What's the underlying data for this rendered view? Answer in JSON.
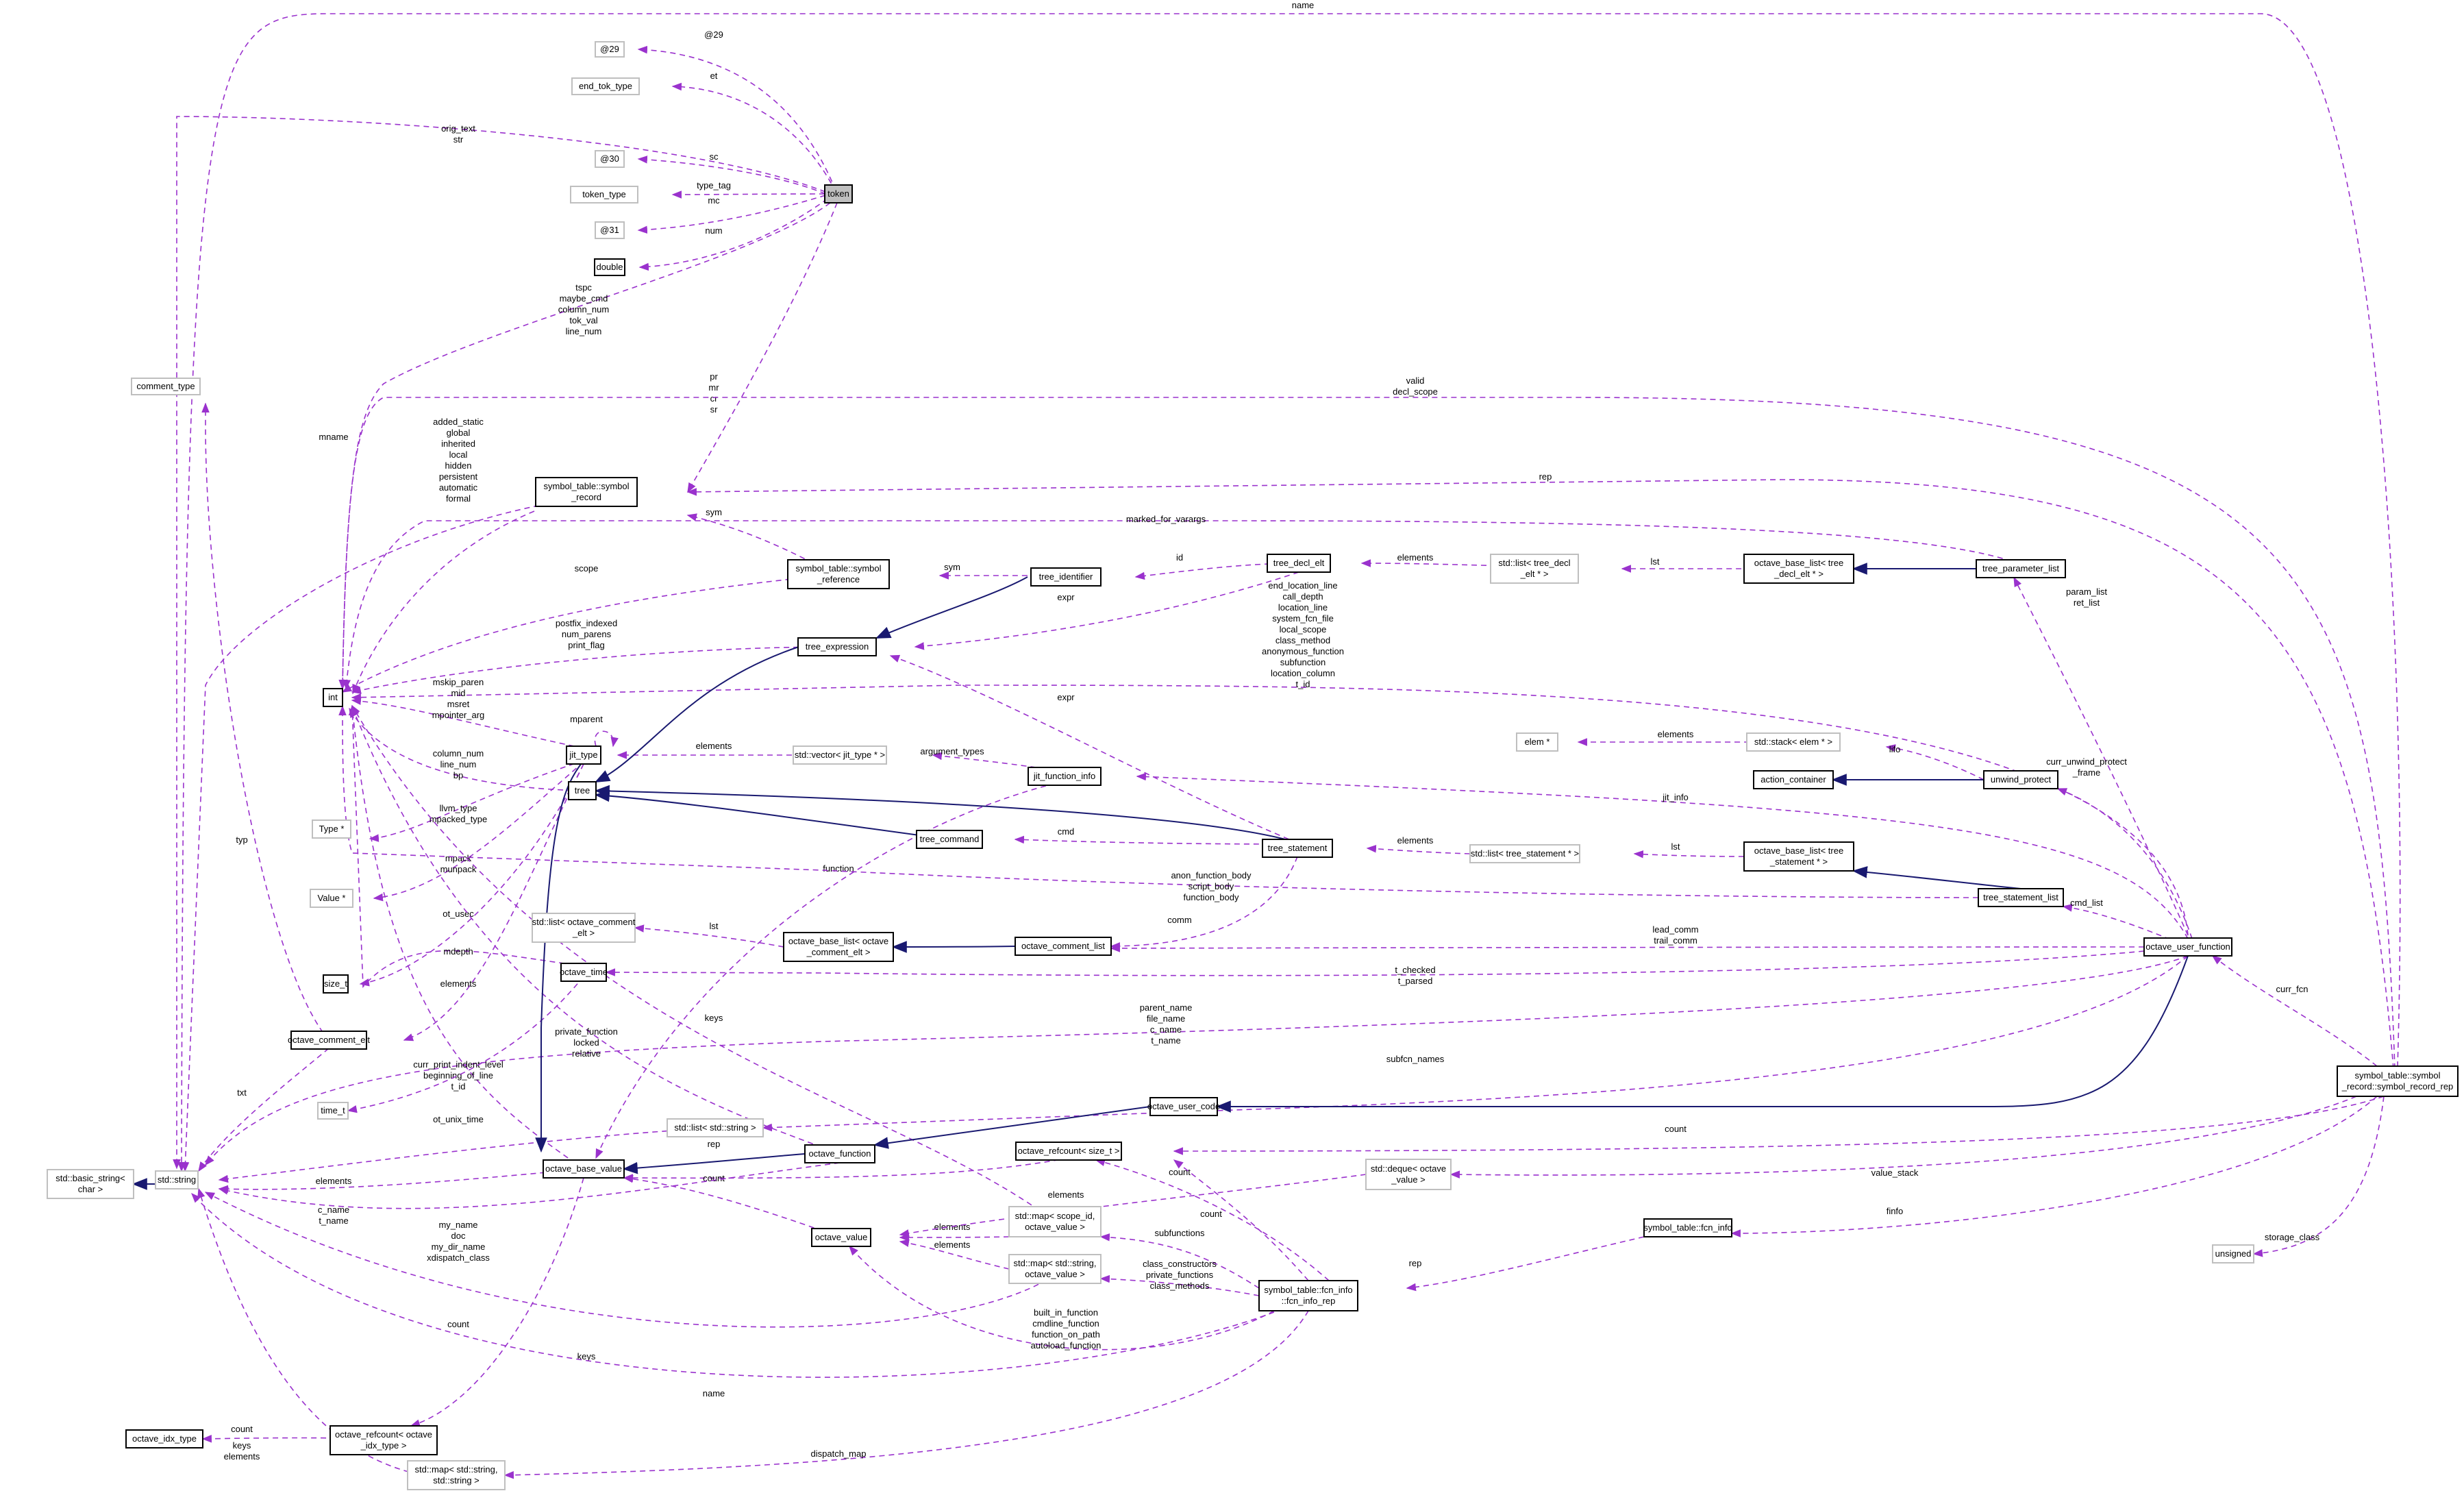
{
  "colors": {
    "usage_edge": "#9a32cd",
    "inherit_edge": "#191970",
    "focus_fill": "#bfbfbf",
    "grey_border": "#bfbfbf"
  },
  "nodes": [
    {
      "id": "at29",
      "label": [
        "@29"
      ],
      "style": "grey"
    },
    {
      "id": "end_tok_type",
      "label": [
        "end_tok_type"
      ],
      "style": "grey"
    },
    {
      "id": "at30",
      "label": [
        "@30"
      ],
      "style": "grey"
    },
    {
      "id": "token_type",
      "label": [
        "token_type"
      ],
      "style": "grey"
    },
    {
      "id": "at31",
      "label": [
        "@31"
      ],
      "style": "grey"
    },
    {
      "id": "double",
      "label": [
        "double"
      ],
      "style": "solid"
    },
    {
      "id": "token",
      "label": [
        "token"
      ],
      "style": "focus"
    },
    {
      "id": "comment_type",
      "label": [
        "comment_type"
      ],
      "style": "grey"
    },
    {
      "id": "sym_record",
      "label": [
        "symbol_table::symbol",
        "_record"
      ],
      "style": "solid"
    },
    {
      "id": "sym_reference",
      "label": [
        "symbol_table::symbol",
        "_reference"
      ],
      "style": "solid"
    },
    {
      "id": "tree_identifier",
      "label": [
        "tree_identifier"
      ],
      "style": "solid"
    },
    {
      "id": "tree_decl_elt",
      "label": [
        "tree_decl_elt"
      ],
      "style": "solid"
    },
    {
      "id": "list_decl",
      "label": [
        "std::list< tree_decl",
        "_elt * >"
      ],
      "style": "grey"
    },
    {
      "id": "obl_decl",
      "label": [
        "octave_base_list< tree",
        "_decl_elt * >"
      ],
      "style": "solid"
    },
    {
      "id": "tree_parameter_list",
      "label": [
        "tree_parameter_list"
      ],
      "style": "solid"
    },
    {
      "id": "tree_expression",
      "label": [
        "tree_expression"
      ],
      "style": "solid"
    },
    {
      "id": "int",
      "label": [
        "int"
      ],
      "style": "solid"
    },
    {
      "id": "jit_type",
      "label": [
        "jit_type"
      ],
      "style": "solid"
    },
    {
      "id": "vec_jit",
      "label": [
        "std::vector< jit_type * >"
      ],
      "style": "grey"
    },
    {
      "id": "jit_function_info",
      "label": [
        "jit_function_info"
      ],
      "style": "solid"
    },
    {
      "id": "tree",
      "label": [
        "tree"
      ],
      "style": "solid"
    },
    {
      "id": "type_ptr",
      "label": [
        "Type *"
      ],
      "style": "grey"
    },
    {
      "id": "value_ptr",
      "label": [
        "Value *"
      ],
      "style": "grey"
    },
    {
      "id": "elem_ptr",
      "label": [
        "elem *"
      ],
      "style": "grey"
    },
    {
      "id": "stack_elem",
      "label": [
        "std::stack< elem * >"
      ],
      "style": "grey"
    },
    {
      "id": "action_container",
      "label": [
        "action_container"
      ],
      "style": "solid"
    },
    {
      "id": "unwind_protect",
      "label": [
        "unwind_protect"
      ],
      "style": "solid"
    },
    {
      "id": "tree_command",
      "label": [
        "tree_command"
      ],
      "style": "solid"
    },
    {
      "id": "tree_statement",
      "label": [
        "tree_statement"
      ],
      "style": "solid"
    },
    {
      "id": "list_stmt",
      "label": [
        "std::list< tree_statement * >"
      ],
      "style": "grey"
    },
    {
      "id": "obl_stmt",
      "label": [
        "octave_base_list< tree",
        "_statement * >"
      ],
      "style": "solid"
    },
    {
      "id": "tree_statement_list",
      "label": [
        "tree_statement_list"
      ],
      "style": "solid"
    },
    {
      "id": "list_comment",
      "label": [
        "std::list< octave_comment",
        "_elt >"
      ],
      "style": "grey"
    },
    {
      "id": "obl_comment",
      "label": [
        "octave_base_list< octave",
        "_comment_elt >"
      ],
      "style": "solid"
    },
    {
      "id": "octave_comment_list",
      "label": [
        "octave_comment_list"
      ],
      "style": "solid"
    },
    {
      "id": "octave_user_function",
      "label": [
        "octave_user_function"
      ],
      "style": "solid"
    },
    {
      "id": "size_t",
      "label": [
        "size_t"
      ],
      "style": "solid"
    },
    {
      "id": "octave_time",
      "label": [
        "octave_time"
      ],
      "style": "solid"
    },
    {
      "id": "octave_comment_elt",
      "label": [
        "octave_comment_elt"
      ],
      "style": "solid"
    },
    {
      "id": "time_t",
      "label": [
        "time_t"
      ],
      "style": "grey"
    },
    {
      "id": "list_string",
      "label": [
        "std::list< std::string >"
      ],
      "style": "grey"
    },
    {
      "id": "octave_user_code",
      "label": [
        "octave_user_code"
      ],
      "style": "solid"
    },
    {
      "id": "basic_string",
      "label": [
        "std::basic_string<",
        "char >"
      ],
      "style": "grey"
    },
    {
      "id": "std_string",
      "label": [
        "std::string"
      ],
      "style": "grey"
    },
    {
      "id": "octave_base_value",
      "label": [
        "octave_base_value"
      ],
      "style": "solid"
    },
    {
      "id": "octave_function",
      "label": [
        "octave_function"
      ],
      "style": "solid"
    },
    {
      "id": "refcount_size",
      "label": [
        "octave_refcount< size_t >"
      ],
      "style": "solid"
    },
    {
      "id": "octave_value",
      "label": [
        "octave_value"
      ],
      "style": "solid"
    },
    {
      "id": "map_scope",
      "label": [
        "std::map< scope_id,",
        "octave_value >"
      ],
      "style": "grey"
    },
    {
      "id": "map_string",
      "label": [
        "std::map< std::string,",
        "octave_value >"
      ],
      "style": "grey"
    },
    {
      "id": "deque",
      "label": [
        "std::deque< octave",
        "_value >"
      ],
      "style": "grey"
    },
    {
      "id": "fcn_info",
      "label": [
        "symbol_table::fcn_info"
      ],
      "style": "solid"
    },
    {
      "id": "fcn_info_rep",
      "label": [
        "symbol_table::fcn_info",
        "::fcn_info_rep"
      ],
      "style": "solid"
    },
    {
      "id": "record_rep",
      "label": [
        "symbol_table::symbol",
        "_record::symbol_record_rep"
      ],
      "style": "solid"
    },
    {
      "id": "unsigned",
      "label": [
        "unsigned"
      ],
      "style": "grey"
    },
    {
      "id": "idx_type",
      "label": [
        "octave_idx_type"
      ],
      "style": "solid"
    },
    {
      "id": "refcount_idx",
      "label": [
        "octave_refcount< octave",
        "_idx_type >"
      ],
      "style": "solid"
    },
    {
      "id": "map_str_str",
      "label": [
        "std::map< std::string,",
        "std::string >"
      ],
      "style": "grey"
    }
  ],
  "edges": [
    {
      "id": "e_at29",
      "kind": "use",
      "label": [
        "@29"
      ]
    },
    {
      "id": "e_et",
      "kind": "use",
      "label": [
        "et"
      ]
    },
    {
      "id": "e_sc",
      "kind": "use",
      "label": [
        "sc"
      ]
    },
    {
      "id": "e_typetag",
      "kind": "use",
      "label": [
        "type_tag"
      ]
    },
    {
      "id": "e_mc",
      "kind": "use",
      "label": [
        "mc"
      ]
    },
    {
      "id": "e_num",
      "kind": "use",
      "label": [
        "num"
      ]
    },
    {
      "id": "e_origtext",
      "kind": "use",
      "label": [
        "orig_text",
        "str"
      ]
    },
    {
      "id": "e_tspc",
      "kind": "use",
      "label": [
        "tspc",
        "maybe_cmd",
        "column_num",
        "tok_val",
        "line_num"
      ]
    },
    {
      "id": "e_pr",
      "kind": "use",
      "label": [
        "pr",
        "mr",
        "cr",
        "sr"
      ]
    },
    {
      "id": "e_name",
      "kind": "use",
      "label": [
        "name"
      ]
    },
    {
      "id": "e_valid",
      "kind": "use",
      "label": [
        "valid",
        "decl_scope"
      ]
    },
    {
      "id": "e_rep",
      "kind": "use",
      "label": [
        "rep"
      ]
    },
    {
      "id": "e_mname",
      "kind": "use",
      "label": [
        "mname"
      ]
    },
    {
      "id": "e_typ",
      "kind": "use",
      "label": [
        "typ"
      ]
    },
    {
      "id": "e_added",
      "kind": "use",
      "label": [
        "added_static",
        "global",
        "inherited",
        "local",
        "hidden",
        "persistent",
        "automatic",
        "formal"
      ]
    },
    {
      "id": "e_sym",
      "kind": "use",
      "label": [
        "sym"
      ]
    },
    {
      "id": "e_sym2",
      "kind": "use",
      "label": [
        "sym"
      ]
    },
    {
      "id": "e_scope",
      "kind": "use",
      "label": [
        "scope"
      ]
    },
    {
      "id": "e_marked",
      "kind": "use",
      "label": [
        "marked_for_varargs"
      ]
    },
    {
      "id": "e_id",
      "kind": "use",
      "label": [
        "id"
      ]
    },
    {
      "id": "e_elements_decl",
      "kind": "use",
      "label": [
        "elements"
      ]
    },
    {
      "id": "e_lst_decl",
      "kind": "use",
      "label": [
        "lst"
      ]
    },
    {
      "id": "e_paramlist",
      "kind": "use",
      "label": [
        "param_list",
        "ret_list"
      ]
    },
    {
      "id": "e_expr_decl",
      "kind": "use",
      "label": [
        "expr"
      ]
    },
    {
      "id": "e_postfix",
      "kind": "use",
      "label": [
        "postfix_indexed",
        "num_parens",
        "print_flag"
      ]
    },
    {
      "id": "e_endloc",
      "kind": "use",
      "label": [
        "end_location_line",
        "call_depth",
        "location_line",
        "system_fcn_file",
        "local_scope",
        "class_method",
        "anonymous_function",
        "subfunction",
        "location_column",
        "t_id"
      ]
    },
    {
      "id": "e_expr_stmt",
      "kind": "use",
      "label": [
        "expr"
      ]
    },
    {
      "id": "e_mskip",
      "kind": "use",
      "label": [
        "mskip_paren",
        "mid",
        "msret",
        "mpointer_arg"
      ]
    },
    {
      "id": "e_mparent",
      "kind": "use",
      "label": [
        "mparent"
      ]
    },
    {
      "id": "e_elements_jit",
      "kind": "use",
      "label": [
        "elements"
      ]
    },
    {
      "id": "e_argtypes",
      "kind": "use",
      "label": [
        "argument_types"
      ]
    },
    {
      "id": "e_jitinfo",
      "kind": "use",
      "label": [
        "jit_info"
      ]
    },
    {
      "id": "e_colnum",
      "kind": "use",
      "label": [
        "column_num",
        "line_num",
        "bp"
      ]
    },
    {
      "id": "e_llvm",
      "kind": "use",
      "label": [
        "llvm_type",
        "mpacked_type"
      ]
    },
    {
      "id": "e_mpack",
      "kind": "use",
      "label": [
        "mpack",
        "munpack"
      ]
    },
    {
      "id": "e_function",
      "kind": "use",
      "label": [
        "function"
      ]
    },
    {
      "id": "e_elem",
      "kind": "use",
      "label": [
        "elements"
      ]
    },
    {
      "id": "e_lifo",
      "kind": "use",
      "label": [
        "lifo"
      ]
    },
    {
      "id": "e_curunwind",
      "kind": "use",
      "label": [
        "curr_unwind_protect",
        "_frame"
      ]
    },
    {
      "id": "e_cmd",
      "kind": "use",
      "label": [
        "cmd"
      ]
    },
    {
      "id": "e_elements_stmt",
      "kind": "use",
      "label": [
        "elements"
      ]
    },
    {
      "id": "e_lst_stmt",
      "kind": "use",
      "label": [
        "lst"
      ]
    },
    {
      "id": "e_anon",
      "kind": "use",
      "label": [
        "anon_function_body",
        "script_body",
        "function_body"
      ]
    },
    {
      "id": "e_cmdlist",
      "kind": "use",
      "label": [
        "cmd_list"
      ]
    },
    {
      "id": "e_lst_comment",
      "kind": "use",
      "label": [
        "lst"
      ]
    },
    {
      "id": "e_comm",
      "kind": "use",
      "label": [
        "comm"
      ]
    },
    {
      "id": "e_leadcomm",
      "kind": "use",
      "label": [
        "lead_comm",
        "trail_comm"
      ]
    },
    {
      "id": "e_otusec",
      "kind": "use",
      "label": [
        "ot_usec"
      ]
    },
    {
      "id": "e_mdepth",
      "kind": "use",
      "label": [
        "mdepth"
      ]
    },
    {
      "id": "e_tchecked",
      "kind": "use",
      "label": [
        "t_checked",
        "t_parsed"
      ]
    },
    {
      "id": "e_parentname",
      "kind": "use",
      "label": [
        "parent_name",
        "file_name",
        "c_name",
        "t_name"
      ]
    },
    {
      "id": "e_elements_ce",
      "kind": "use",
      "label": [
        "elements"
      ]
    },
    {
      "id": "e_keys",
      "kind": "use",
      "label": [
        "keys"
      ]
    },
    {
      "id": "e_privfn",
      "kind": "use",
      "label": [
        "private_function",
        "locked",
        "relative"
      ]
    },
    {
      "id": "e_curprint",
      "kind": "use",
      "label": [
        "curr_print_indent_level",
        "beginning_of_line",
        "t_id"
      ]
    },
    {
      "id": "e_subfcn",
      "kind": "use",
      "label": [
        "subfcn_names"
      ]
    },
    {
      "id": "e_txt",
      "kind": "use",
      "label": [
        "txt"
      ]
    },
    {
      "id": "e_otunix",
      "kind": "use",
      "label": [
        "ot_unix_time"
      ]
    },
    {
      "id": "e_elements_ls",
      "kind": "use",
      "label": [
        "elements"
      ]
    },
    {
      "id": "e_count_ref",
      "kind": "use",
      "label": [
        "count"
      ]
    },
    {
      "id": "e_cname",
      "kind": "use",
      "label": [
        "c_name",
        "t_name"
      ]
    },
    {
      "id": "e_rep_ov",
      "kind": "use",
      "label": [
        "rep"
      ]
    },
    {
      "id": "e_count_obv",
      "kind": "use",
      "label": [
        "count"
      ]
    },
    {
      "id": "e_myname",
      "kind": "use",
      "label": [
        "my_name",
        "doc",
        "my_dir_name",
        "xdispatch_class"
      ]
    },
    {
      "id": "e_elements_ms",
      "kind": "use",
      "label": [
        "elements"
      ]
    },
    {
      "id": "e_elements_mstr",
      "kind": "use",
      "label": [
        "elements"
      ]
    },
    {
      "id": "e_elements_dq",
      "kind": "use",
      "label": [
        "elements"
      ]
    },
    {
      "id": "e_count_fr",
      "kind": "use",
      "label": [
        "count"
      ]
    },
    {
      "id": "e_subfunctions",
      "kind": "use",
      "label": [
        "subfunctions"
      ]
    },
    {
      "id": "e_classctor",
      "kind": "use",
      "label": [
        "class_constructors",
        "private_functions",
        "class_methods"
      ]
    },
    {
      "id": "e_builtin",
      "kind": "use",
      "label": [
        "built_in_function",
        "cmdline_function",
        "function_on_path",
        "autoload_function"
      ]
    },
    {
      "id": "e_valuestack",
      "kind": "use",
      "label": [
        "value_stack"
      ]
    },
    {
      "id": "e_finfo",
      "kind": "use",
      "label": [
        "finfo"
      ]
    },
    {
      "id": "e_rep_fi",
      "kind": "use",
      "label": [
        "rep"
      ]
    },
    {
      "id": "e_storage",
      "kind": "use",
      "label": [
        "storage_class"
      ]
    },
    {
      "id": "e_curfcn",
      "kind": "use",
      "label": [
        "curr_fcn"
      ]
    },
    {
      "id": "e_keys2",
      "kind": "use",
      "label": [
        "keys"
      ]
    },
    {
      "id": "e_name2",
      "kind": "use",
      "label": [
        "name"
      ]
    },
    {
      "id": "e_dispatch",
      "kind": "use",
      "label": [
        "dispatch_map"
      ]
    },
    {
      "id": "e_count_idx",
      "kind": "use",
      "label": [
        "count"
      ]
    },
    {
      "id": "e_count_ri",
      "kind": "use",
      "label": [
        "count"
      ]
    },
    {
      "id": "e_keys_el",
      "kind": "use",
      "label": [
        "keys",
        "elements"
      ]
    },
    {
      "id": "e_count_rr",
      "kind": "use",
      "label": [
        "count"
      ]
    },
    {
      "id": "i_basic",
      "kind": "inh",
      "label": []
    },
    {
      "id": "i_texpr",
      "kind": "inh",
      "label": []
    },
    {
      "id": "i_tree1",
      "kind": "inh",
      "label": []
    },
    {
      "id": "i_tree2",
      "kind": "inh",
      "label": []
    },
    {
      "id": "i_tree3",
      "kind": "inh",
      "label": []
    },
    {
      "id": "i_jit",
      "kind": "inh",
      "label": []
    },
    {
      "id": "i_params",
      "kind": "inh",
      "label": []
    },
    {
      "id": "i_unwind",
      "kind": "inh",
      "label": []
    },
    {
      "id": "i_stmtlist",
      "kind": "inh",
      "label": []
    },
    {
      "id": "i_comment",
      "kind": "inh",
      "label": []
    },
    {
      "id": "i_usercode",
      "kind": "inh",
      "label": []
    },
    {
      "id": "i_function",
      "kind": "inh",
      "label": []
    },
    {
      "id": "i_obv",
      "kind": "inh",
      "label": []
    }
  ]
}
